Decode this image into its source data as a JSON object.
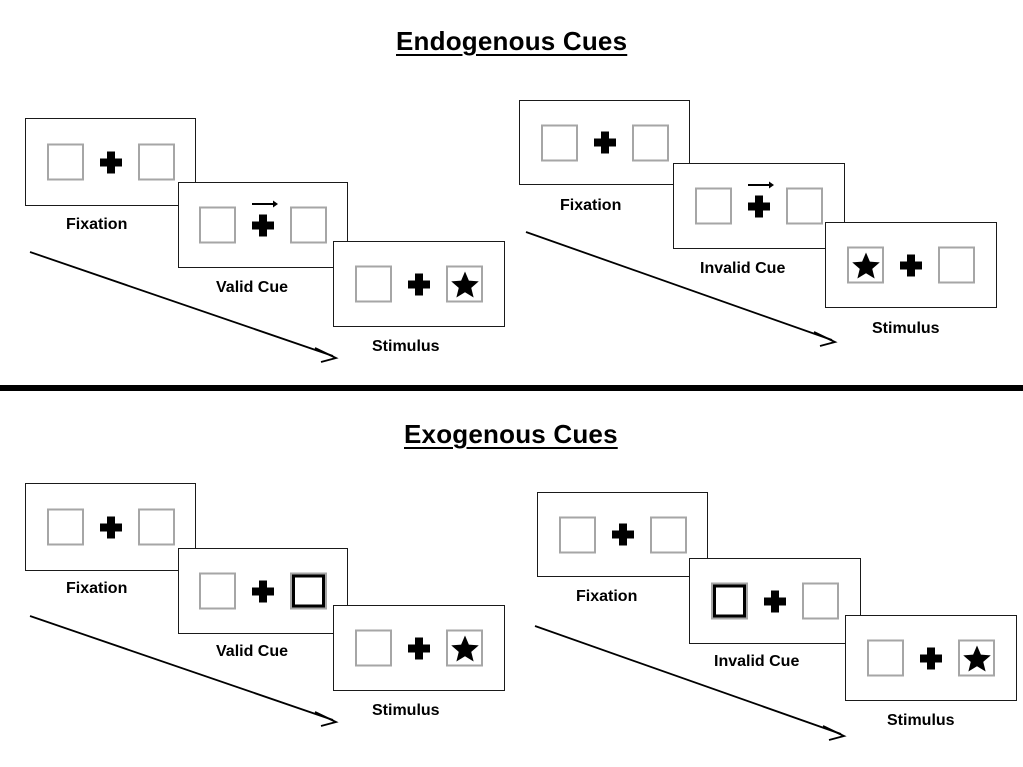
{
  "sections": [
    {
      "id": "endogenous",
      "title": "Endogenous Cues",
      "sequences": [
        {
          "id": "endogenous-valid",
          "cue_type": "arrow",
          "frames": [
            {
              "label": "Fixation",
              "cue": "none",
              "cue_direction": "",
              "star_side": "none"
            },
            {
              "label": "Valid Cue",
              "cue": "arrow",
              "cue_direction": "right",
              "star_side": "none"
            },
            {
              "label": "Stimulus",
              "cue": "none",
              "cue_direction": "",
              "star_side": "right"
            }
          ]
        },
        {
          "id": "endogenous-invalid",
          "cue_type": "arrow",
          "frames": [
            {
              "label": "Fixation",
              "cue": "none",
              "cue_direction": "",
              "star_side": "none"
            },
            {
              "label": "Invalid Cue",
              "cue": "arrow",
              "cue_direction": "right",
              "star_side": "none"
            },
            {
              "label": "Stimulus",
              "cue": "none",
              "cue_direction": "",
              "star_side": "left"
            }
          ]
        }
      ]
    },
    {
      "id": "exogenous",
      "title": "Exogenous Cues",
      "sequences": [
        {
          "id": "exogenous-valid",
          "cue_type": "box-flash",
          "frames": [
            {
              "label": "Fixation",
              "cue": "none",
              "cue_side": "",
              "star_side": "none"
            },
            {
              "label": "Valid Cue",
              "cue": "box-flash",
              "cue_side": "right",
              "star_side": "none"
            },
            {
              "label": "Stimulus",
              "cue": "none",
              "cue_side": "",
              "star_side": "right"
            }
          ]
        },
        {
          "id": "exogenous-invalid",
          "cue_type": "box-flash",
          "frames": [
            {
              "label": "Fixation",
              "cue": "none",
              "cue_side": "",
              "star_side": "none"
            },
            {
              "label": "Invalid Cue",
              "cue": "box-flash",
              "cue_side": "left",
              "star_side": "none"
            },
            {
              "label": "Stimulus",
              "cue": "none",
              "cue_side": "",
              "star_side": "right"
            }
          ]
        }
      ]
    }
  ],
  "colors": {
    "background": "#ffffff",
    "ink": "#000000",
    "panel_border": "#1a1a1a",
    "box_border": "#a6a6a6",
    "cue_highlight": "#000000"
  }
}
